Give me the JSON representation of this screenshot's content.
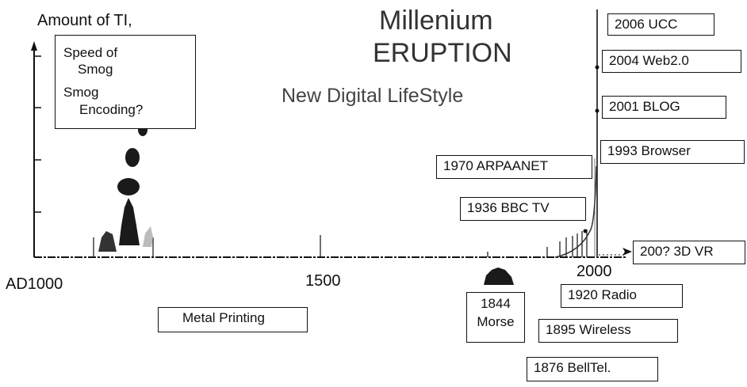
{
  "title_line1": "Millenium",
  "title_line2": "ERUPTION",
  "subtitle": "New Digital LifeStyle",
  "y_axis_label": "Amount of TI,",
  "x_axis": {
    "start": "AD1000",
    "mid": "1500",
    "end": "2000"
  },
  "notes": {
    "speed": "Speed of",
    "smog1": "Smog",
    "smog2": "Smog",
    "encoding": "Encoding?"
  },
  "events": {
    "ucc": "2006 UCC",
    "web2": "2004 Web2.0",
    "blog": "2001 BLOG",
    "browser": "1993 Browser",
    "arpanet": "1970 ARPAANET",
    "bbc": "1936 BBC TV",
    "vr": "200? 3D VR",
    "radio": "1920 Radio",
    "morse_year": "1844",
    "morse_name": "Morse",
    "wireless": "1895 Wireless",
    "belltel": "1876 BellTel.",
    "printing": "Metal Printing"
  },
  "colors": {
    "ink": "#111111",
    "blob": "#1a1a1a"
  }
}
